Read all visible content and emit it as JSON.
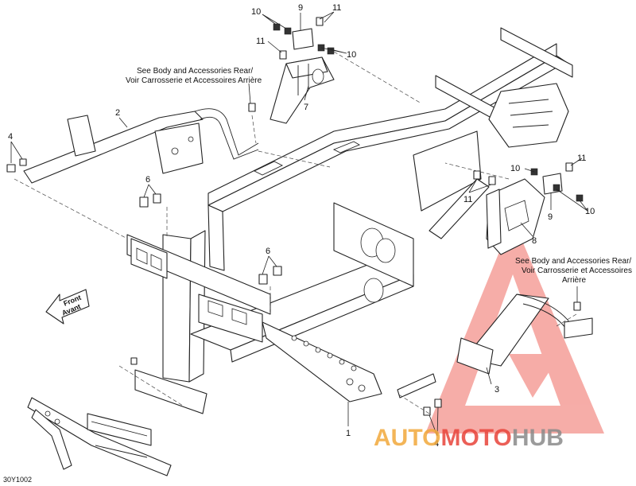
{
  "diagram": {
    "code": "30Y1002",
    "note_left": {
      "line1": "See Body and Accessories Rear/",
      "line2": "Voir Carrosserie et Accessoires Arrière"
    },
    "note_right": {
      "line1": "See Body and Accessories Rear/",
      "line2": "Voir Carrosserie et Accessoires",
      "line3": "Arrière"
    },
    "direction_arrow": {
      "line1": "Front",
      "line2": "Avant"
    },
    "callouts": {
      "c1": "1",
      "c2": "2",
      "c3": "3",
      "c4a": "4",
      "c4b": "4",
      "c6a": "6",
      "c6b": "6",
      "c7": "7",
      "c8": "8",
      "c9a": "9",
      "c9b": "9",
      "c10a": "10",
      "c10b": "10",
      "c10c": "10",
      "c10d": "10",
      "c11a": "11",
      "c11b": "11",
      "c11c": "11",
      "c11d": "11"
    }
  },
  "watermark": {
    "part1": "AUTO",
    "part2": "MOTO",
    "part3": "HUB",
    "colors": {
      "red": "#e8443a",
      "orange": "#f2a93b",
      "gray": "#8a8a8a"
    }
  }
}
